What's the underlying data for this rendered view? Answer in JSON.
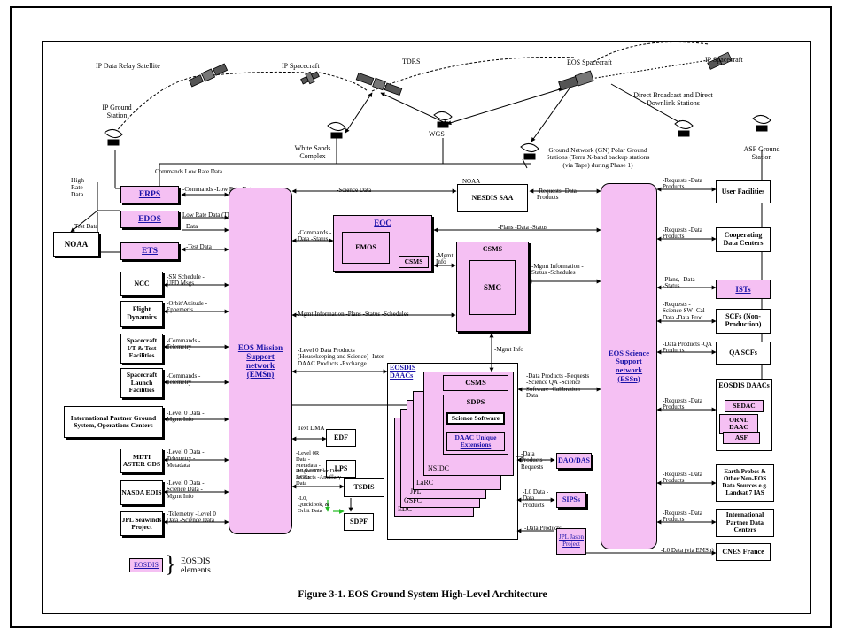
{
  "figure": {
    "caption": "Figure 3-1. EOS Ground System High-Level Architecture"
  },
  "space": {
    "ip_data_relay_satellite": "IP Data Relay Satellite",
    "ip_spacecraft_1": "IP Spacecraft",
    "tdrs": "TDRS",
    "eos_spacecraft": "EOS Spacecraft",
    "ip_spacecraft_2": "IP Spacecraft",
    "ip_ground_station": "IP Ground Station",
    "white_sands_complex": "White Sands Complex",
    "wgs": "WGS",
    "direct_broadcast": "Direct Broadcast and Direct Downlink Stations",
    "ground_network": "Ground Network (GN) Polar Ground Stations (Terra X-band backup stations (via Tape) during Phase 1)",
    "asf_ground_station": "ASF Ground Station"
  },
  "left": {
    "high_rate_data": "High Rate Data",
    "test_data_top": "Test Data",
    "noaa": "NOAA",
    "erps": "ERPS",
    "edos": "EDOS",
    "ets": "ETS",
    "ncc": "NCC",
    "flight_dynamics": "Flight Dynamics",
    "spacecraft_it": "Spacecraft I/T & Test Facilities",
    "spacecraft_launch": "Spacecraft Launch Facilities",
    "intl_partner_ground": "International Partner Ground System, Operations Centers",
    "meti_aster": "METI ASTER GDS",
    "nasda_eois": "NASDA EOIS",
    "jpl_seawinds": "JPL Seawinds Project"
  },
  "center": {
    "emsn": "EOS Mission Support network (EMSn)",
    "eoc": "EOC",
    "emos": "EMOS",
    "csms_eoc": "CSMS",
    "csms": "CSMS",
    "smc": "SMC",
    "nesdis_saa": "NESDIS SAA",
    "noaa_small": "NOAA",
    "eosdis_daacs": "EOSDIS DAACs",
    "daac_csms": "CSMS",
    "sdps": "SDPS",
    "science_software": "Science Software",
    "daac_unique": "DAAC Unique Extensions",
    "nsidc": "NSIDC",
    "larc": "LaRC",
    "jpl": "JPL",
    "gsfc": "GSFC",
    "edc": "EDC",
    "edf": "EDF",
    "lps": "LPS",
    "tsdis": "TSDIS",
    "sdpf": "SDPF",
    "dao_das": "DAO/DAS",
    "sips": "SIPSs",
    "jpl_jason": "JPL Jason Project"
  },
  "right": {
    "essn": "EOS Science Support network (ESSn)",
    "user_facilities": "User Facilities",
    "cooperating": "Cooperating Data Centers",
    "ists": "ISTs",
    "scfs": "SCFs (Non-Production)",
    "qa_scfs": "QA SCFs",
    "eosdis_daacs_title": "EOSDIS DAACs",
    "sedac": "SEDAC",
    "ornl": "ORNL DAAC",
    "asf": "ASF",
    "earth_probes": "Earth Probes & Other Non-EOS Data Sources e.g. Landsat 7 IAS",
    "intl_data_centers": "International Partner Data Centers",
    "cnes": "CNES France"
  },
  "legend": {
    "swatch": "EOSDIS",
    "text": "EOSDIS elements"
  },
  "flows": {
    "commands_low_rate_top": "Commands Low Rate Data",
    "commands_low_rate": "-Commands -Low Rate Data",
    "low_rate_tlm": "Low Rate Data (TLM)",
    "data": "Data",
    "test_data": "-Test Data",
    "sn_schedule": "-SN Schedule -UPD Msgs",
    "orbit_attitude": "-Orbit/Attitude -Ephemeris",
    "commands_telemetry_1": "-Commands -Telemetry",
    "commands_telemetry_2": "-Commands -Telemetry",
    "level0_mgmt_1": "-Level 0 Data -Mgmt Info",
    "level0_tlm_meta": "-Level 0 Data -Telemetry -Metadata",
    "level0_science_mgmt": "-Level 0 Data -Science Data -Mgmt Info",
    "seawinds": "-Telemetry -Level 0 Data -Science Data",
    "science_data": "-Science Data",
    "commands_data_status": "-Commands -Data -Status",
    "plans_data_status_top": "-Plans -Data -Status",
    "mgmt_info_status": "-Mgmt Info",
    "mgmt_info_long": "-Mgmt Information -Plans -Status -Schedules",
    "mgmt_information": "-Mgmt Information -Status -Schedules",
    "level0_products": "-Level 0 Data Products (Housekeeping and Science) -Inter-DAAC Products -Exchange",
    "mgmt_info_down": "-Mgmt Info",
    "text_dma": "Text DMA",
    "lps_data": "-Level 0R Data -Metadata -DAN/DDT ACKs",
    "higher_order": "-Higher Order Data Products -Ancillary Data",
    "l0_quicklook": "-L0, Quicklook, & Orbit Data",
    "nesdis_req": "-Requests -Data Products",
    "data_products_req": "-Data Products -Requests",
    "l0_data_products": "-L0 Data -Data Products",
    "data_products_only": "-Data Products",
    "daac_to_essn": "-Data Products -Requests -Science QA -Science Software -Calibration Data",
    "user_req": "-Requests -Data Products",
    "coop_req": "-Requests -Data Products",
    "ists_flow": "-Plans, -Data -Status",
    "scfs_flow": "-Requests -Science SW -Cal Data -Data Prod.",
    "qa_flow": "-Data Products -QA Products",
    "eosdis_req": "-Requests -Data Products",
    "probes_req": "-Requests -Data Products",
    "intl_req": "-Requests -Data Products",
    "cnes_flow": "-L0 Data (via EMSn)"
  }
}
